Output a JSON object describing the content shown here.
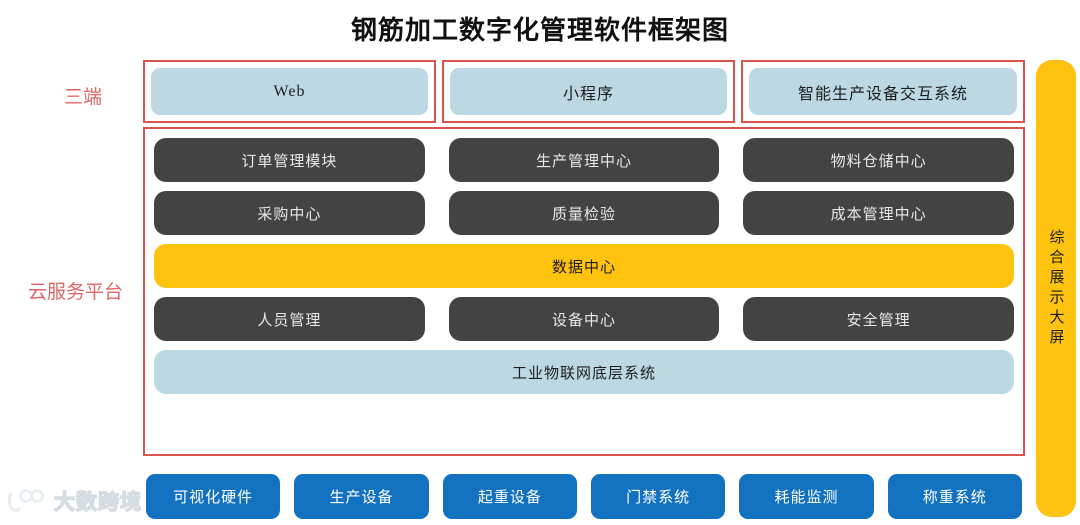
{
  "title": "钢筋加工数字化管理软件框架图",
  "colors": {
    "red_border": "#d9534f",
    "light_blue": "#bcd9e3",
    "dark_gray": "#434343",
    "yellow": "#ffc20e",
    "blue": "#1272c0",
    "label_red": "#e06666"
  },
  "side_labels": {
    "terminals": "三端",
    "cloud": "云服务平台"
  },
  "terminals": {
    "items": [
      {
        "label": "Web"
      },
      {
        "label": "小程序"
      },
      {
        "label": "智能生产设备交互系统"
      }
    ]
  },
  "cloud_platform": {
    "module_rows": [
      {
        "items": [
          {
            "label": "订单管理模块"
          },
          {
            "label": "生产管理中心"
          },
          {
            "label": "物料仓储中心"
          }
        ]
      },
      {
        "items": [
          {
            "label": "采购中心"
          },
          {
            "label": "质量检验"
          },
          {
            "label": "成本管理中心"
          }
        ]
      }
    ],
    "data_center": "数据中心",
    "module_rows_lower": [
      {
        "items": [
          {
            "label": "人员管理"
          },
          {
            "label": "设备中心"
          },
          {
            "label": "安全管理"
          }
        ]
      }
    ],
    "iot_base": "工业物联网底层系统"
  },
  "display_screen": {
    "label": "综合展示大屏"
  },
  "hardware": {
    "items": [
      {
        "label": "可视化硬件"
      },
      {
        "label": "生产设备"
      },
      {
        "label": "起重设备"
      },
      {
        "label": "门禁系统"
      },
      {
        "label": "耗能监测"
      },
      {
        "label": "称重系统"
      }
    ]
  },
  "watermark": {
    "text": "大数跨境",
    "icon": "dashukuajing-logo-icon"
  }
}
